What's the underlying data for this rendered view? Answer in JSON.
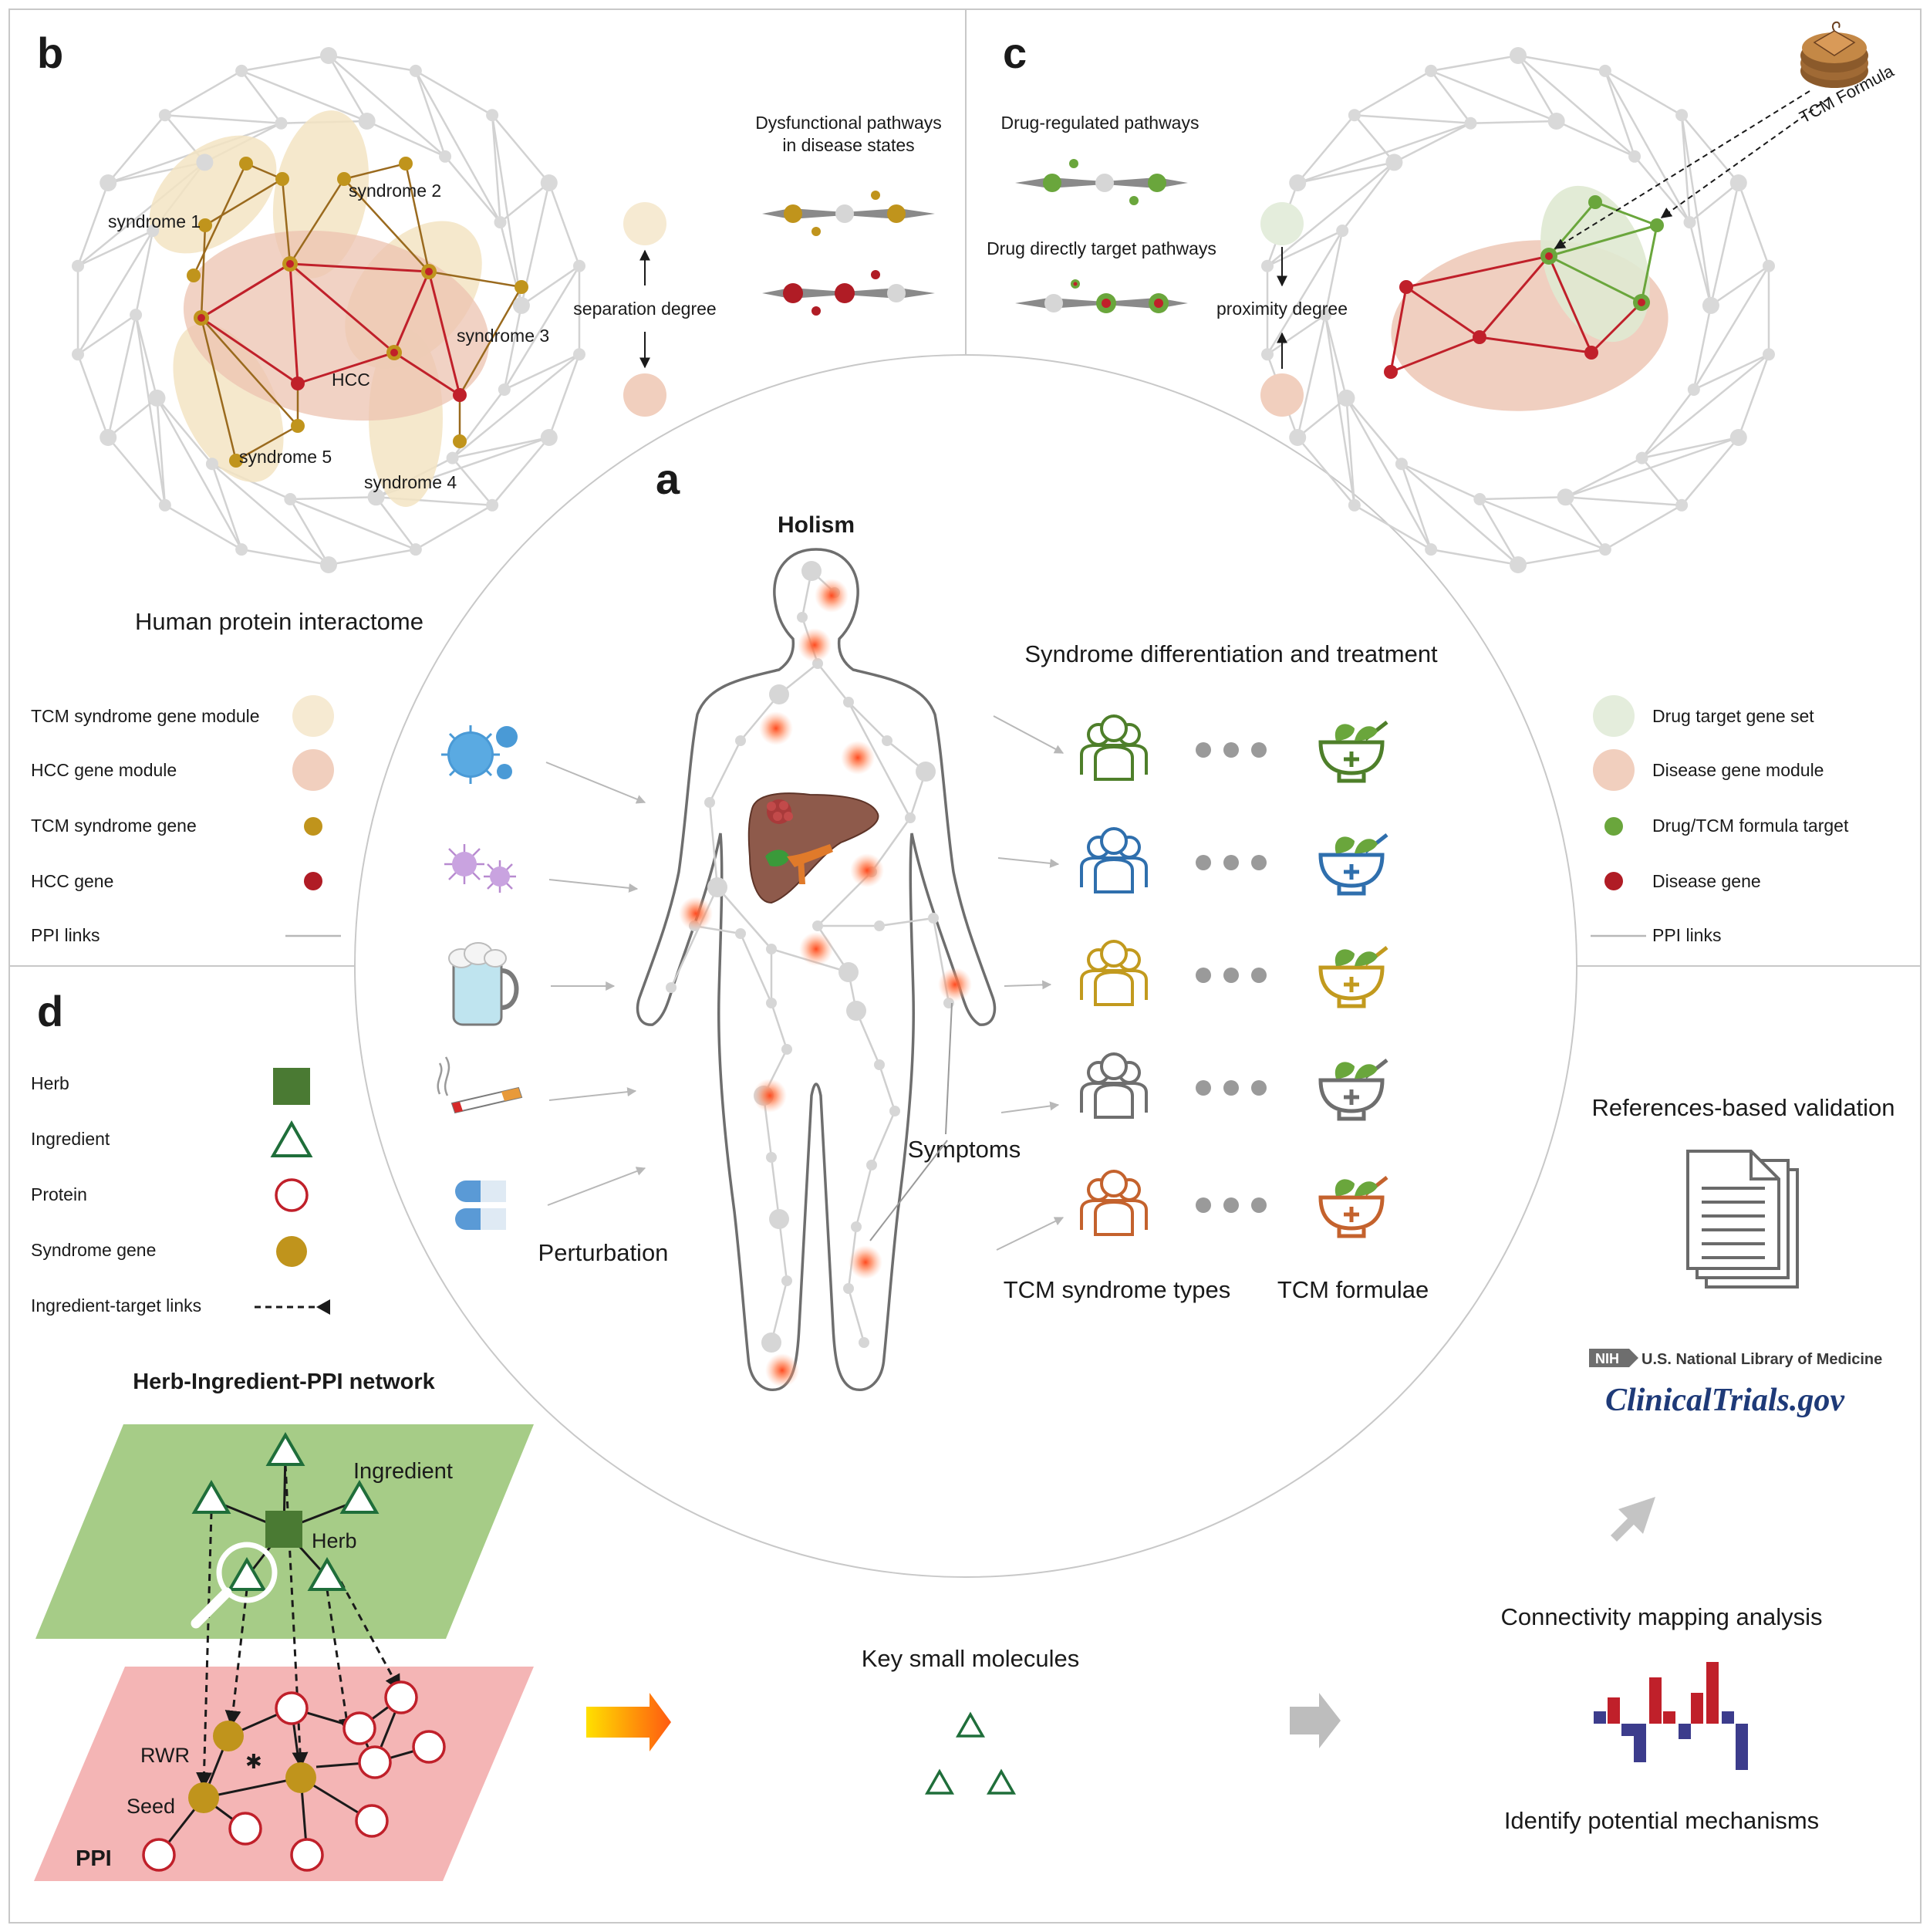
{
  "panels": {
    "a": {
      "letter": "a",
      "holism": "Holism",
      "perturbation": "Perturbation",
      "symptoms": "Symptoms",
      "syndrome_differentiation": "Syndrome differentiation and treatment",
      "syndrome_types": "TCM syndrome types",
      "formulae": "TCM formulae",
      "row_colors": [
        "#4e7f2a",
        "#2f6fad",
        "#c29a1e",
        "#6e6e6e",
        "#c4622d"
      ]
    },
    "b": {
      "letter": "b",
      "network_labels": [
        "syndrome 1",
        "syndrome 2",
        "syndrome 3",
        "HCC",
        "syndrome 5",
        "syndrome 4"
      ],
      "pathways_title_1": "Dysfunctional pathways",
      "pathways_title_2": "in disease states",
      "separation": "separation degree",
      "interactome": "Human protein interactome",
      "legend": [
        "TCM syndrome gene module",
        "HCC gene module",
        "TCM syndrome gene",
        "HCC gene",
        "PPI links"
      ]
    },
    "c": {
      "letter": "c",
      "drug_regulated": "Drug-regulated pathways",
      "drug_direct": "Drug directly target pathways",
      "proximity": "proximity degree",
      "tcm_formula": "TCM Formula",
      "legend": [
        "Drug target gene set",
        "Disease gene module",
        "Drug/TCM formula target",
        "Disease gene",
        "PPI links"
      ]
    },
    "d": {
      "letter": "d",
      "legend": [
        "Herb",
        "Ingredient",
        "Protein",
        "Syndrome gene",
        "Ingredient-target links"
      ],
      "network_title": "Herb-Ingredient-PPI network",
      "ingredient": "Ingredient",
      "herb": "Herb",
      "rwr": "RWR",
      "seed": "Seed",
      "ppi": "PPI",
      "key_small_molecules": "Key small molecules",
      "references": "References-based validation",
      "nih": "NIH",
      "nlm": "U.S. National Library of Medicine",
      "clinicaltrials": "ClinicalTrials.gov",
      "connectivity": "Connectivity mapping analysis",
      "mechanisms": "Identify potential mechanisms"
    }
  },
  "colors": {
    "syndrome_gold": "#c0941c",
    "hcc_red": "#c0202a",
    "drug_green": "#6aa63c",
    "syndrome_module": "#f3e4c3",
    "hcc_module": "#ecc3b0",
    "drug_module": "#dfe9d2",
    "herb_green": "#4a7a33",
    "ingredient_green": "#1f6e3a",
    "plane_green": "#a6cc87",
    "plane_pink": "#f4b5b5",
    "ppi_gray": "#cfcfcf"
  }
}
